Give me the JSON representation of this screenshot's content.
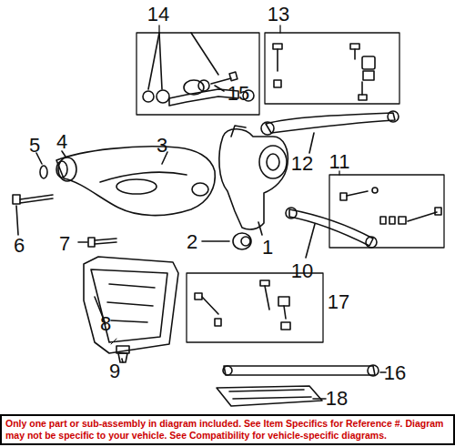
{
  "diagram": {
    "nodes": [
      {
        "text": [
          "Only one part or sub-assembly in diagram included. See Item Specifics for Reference #. Diagram may not be specific to your vehicle. See Compatibility for vehicle-specific diagrams."
        ]
      }
    ],
    "labels": [
      "14",
      "13",
      "15",
      "3",
      "5",
      "4",
      "12",
      "11",
      "6",
      "7",
      "2",
      "1",
      "10",
      "17",
      "8",
      "9",
      "16",
      "18"
    ]
  }
}
